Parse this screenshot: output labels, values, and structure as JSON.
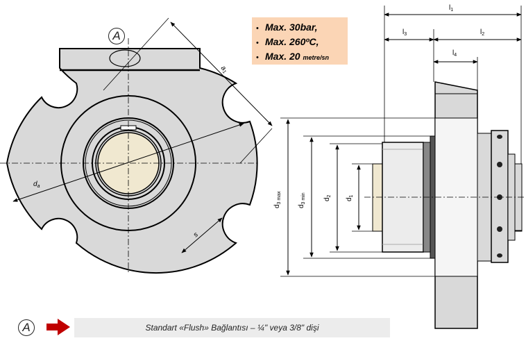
{
  "specs": {
    "pressure": "Max. 30bar,",
    "temperature": "Max. 260ºC,",
    "speed_value": "Max. 20 ",
    "speed_unit": "metre/sn"
  },
  "marker_label": "A",
  "footer": {
    "text": "Standart «Flush» Bağlantısı – ¼\" veya 3/8\" dişi"
  },
  "dimensions": {
    "a1": "a",
    "a1_sub": "1",
    "da": "d",
    "da_sub": "a",
    "s": "s",
    "l1": "l",
    "l1_sub": "1",
    "l2": "l",
    "l2_sub": "2",
    "l3": "l",
    "l3_sub": "3",
    "l4": "l",
    "l4_sub": "4",
    "d3max": "d",
    "d3max_sub": "3 max",
    "d3min": "d",
    "d3min_sub": "3 min",
    "d2": "d",
    "d2_sub": "2",
    "d1": "d",
    "d1_sub": "1"
  },
  "colors": {
    "part_gray": "#d9d9d9",
    "shaft_beige": "#f0e8d0",
    "spec_box": "#fbd5b5",
    "arrow_red": "#c00000"
  }
}
